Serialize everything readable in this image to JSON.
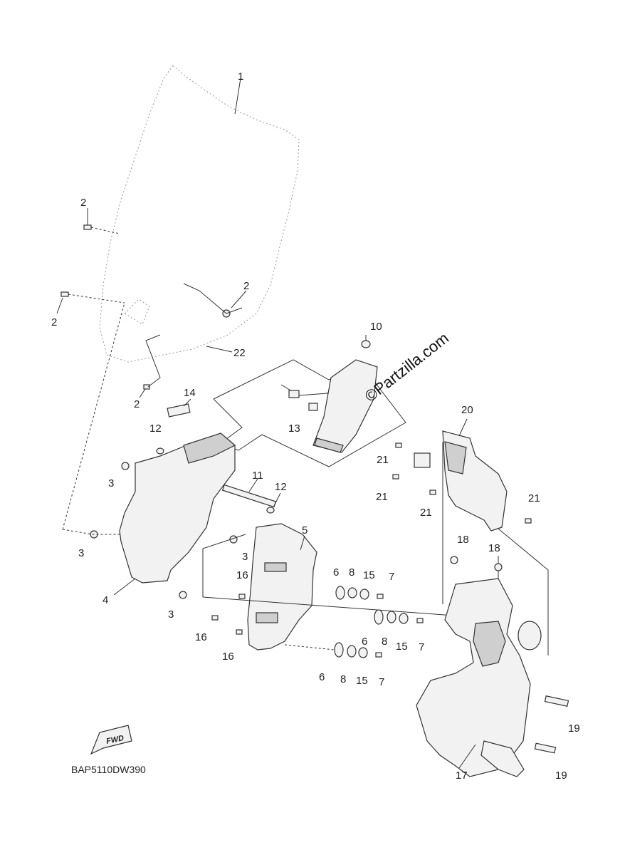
{
  "watermark": "©Partzilla.com",
  "diagram_code": "BAP5110DW390",
  "fwd_label": "FWD",
  "callouts": {
    "c1": "1",
    "c2a": "2",
    "c2b": "2",
    "c2c": "2",
    "c2d": "2",
    "c3a": "3",
    "c3b": "3",
    "c3c": "3",
    "c3d": "3",
    "c4": "4",
    "c5": "5",
    "c6a": "6",
    "c6b": "6",
    "c6c": "6",
    "c7a": "7",
    "c7b": "7",
    "c7c": "7",
    "c8a": "8",
    "c8b": "8",
    "c8c": "8",
    "c10": "10",
    "c11": "11",
    "c12a": "12",
    "c12b": "12",
    "c13": "13",
    "c14": "14",
    "c15a": "15",
    "c15b": "15",
    "c15c": "15",
    "c16a": "16",
    "c16b": "16",
    "c16c": "16",
    "c17": "17",
    "c18a": "18",
    "c18b": "18",
    "c19a": "19",
    "c19b": "19",
    "c20": "20",
    "c21a": "21",
    "c21b": "21",
    "c21c": "21",
    "c21d": "21",
    "c22": "22"
  }
}
